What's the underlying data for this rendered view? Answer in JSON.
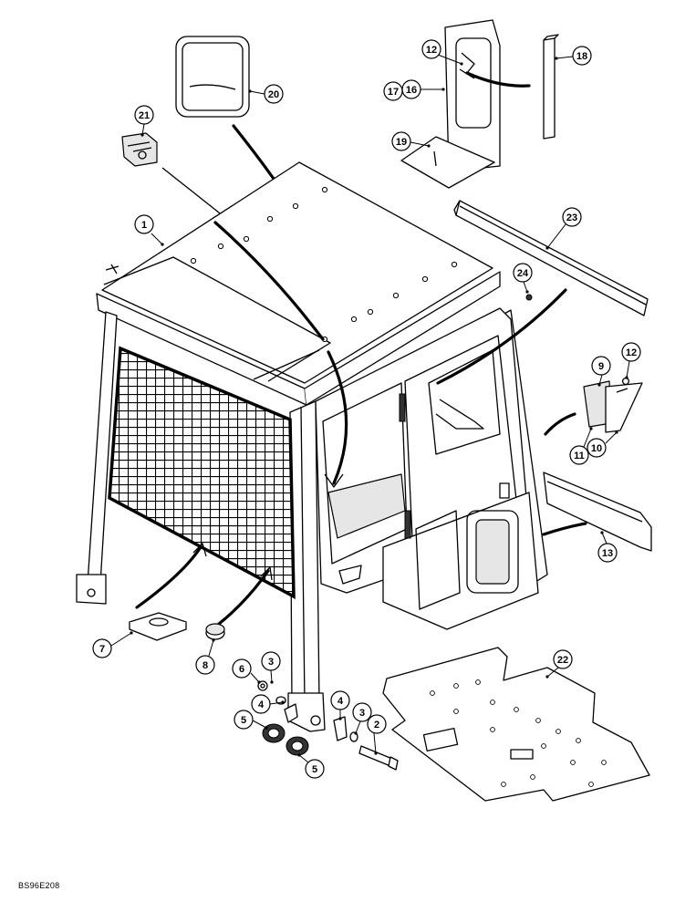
{
  "diagram": {
    "reference_code": "BS96E208",
    "callouts": [
      {
        "id": "c1",
        "label": "1"
      },
      {
        "id": "c2",
        "label": "2"
      },
      {
        "id": "c3a",
        "label": "3"
      },
      {
        "id": "c3b",
        "label": "3"
      },
      {
        "id": "c4a",
        "label": "4"
      },
      {
        "id": "c4b",
        "label": "4"
      },
      {
        "id": "c5a",
        "label": "5"
      },
      {
        "id": "c5b",
        "label": "5"
      },
      {
        "id": "c6",
        "label": "6"
      },
      {
        "id": "c7",
        "label": "7"
      },
      {
        "id": "c8",
        "label": "8"
      },
      {
        "id": "c9",
        "label": "9"
      },
      {
        "id": "c10",
        "label": "10"
      },
      {
        "id": "c11",
        "label": "11"
      },
      {
        "id": "c12a",
        "label": "12"
      },
      {
        "id": "c12b",
        "label": "12"
      },
      {
        "id": "c13",
        "label": "13"
      },
      {
        "id": "c16",
        "label": "16"
      },
      {
        "id": "c17",
        "label": "17"
      },
      {
        "id": "c18",
        "label": "18"
      },
      {
        "id": "c19",
        "label": "19"
      },
      {
        "id": "c20",
        "label": "20"
      },
      {
        "id": "c21",
        "label": "21"
      },
      {
        "id": "c22",
        "label": "22"
      },
      {
        "id": "c23",
        "label": "23"
      },
      {
        "id": "c24",
        "label": "24"
      }
    ]
  }
}
